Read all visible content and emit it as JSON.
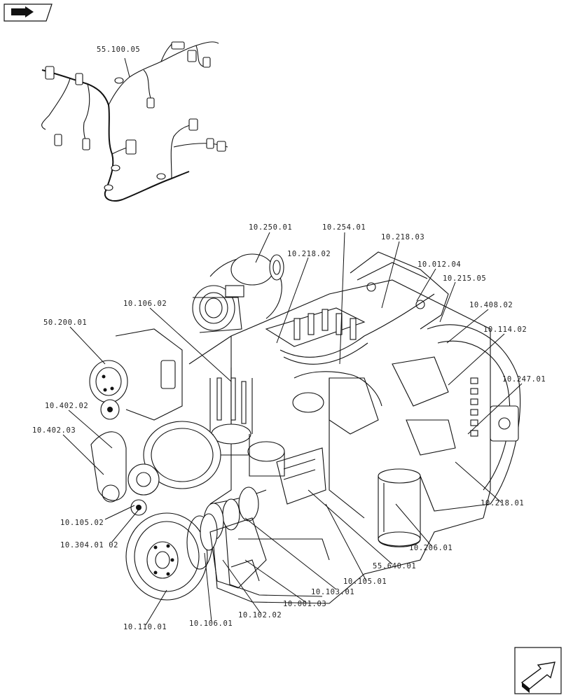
{
  "callouts": [
    {
      "id": "harness",
      "label": "55.100.05"
    },
    {
      "id": "turbo",
      "label": "10.250.01"
    },
    {
      "id": "injector-pipe",
      "label": "10.254.01"
    },
    {
      "id": "connector-top",
      "label": "10.218.03"
    },
    {
      "id": "valve-cover-a",
      "label": "10.218.02"
    },
    {
      "id": "valve-cover-b",
      "label": "10.012.04"
    },
    {
      "id": "sensor-top",
      "label": "10.215.05"
    },
    {
      "id": "cylinder-head",
      "label": "10.106.02"
    },
    {
      "id": "bell-housing",
      "label": "10.408.02"
    },
    {
      "id": "flywheel-housing",
      "label": "10.114.02"
    },
    {
      "id": "compressor",
      "label": "50.200.01"
    },
    {
      "id": "mount-right",
      "label": "10.247.01"
    },
    {
      "id": "tensioner",
      "label": "10.402.02"
    },
    {
      "id": "idler",
      "label": "10.402.03"
    },
    {
      "id": "connector-right",
      "label": "10.218.01"
    },
    {
      "id": "front-cover",
      "label": "10.105.02"
    },
    {
      "id": "fan-hub",
      "label": "10.304.01 02"
    },
    {
      "id": "oil-filter",
      "label": "10.206.01"
    },
    {
      "id": "ecu",
      "label": "55.640.01"
    },
    {
      "id": "crankcase",
      "label": "10.105.01"
    },
    {
      "id": "crankshaft",
      "label": "10.103.01"
    },
    {
      "id": "oil-pan",
      "label": "10.001.03"
    },
    {
      "id": "damper-bolt",
      "label": "10.102.02"
    },
    {
      "id": "damper",
      "label": "10.106.01"
    },
    {
      "id": "pulley",
      "label": "10.110.01"
    }
  ],
  "nav": {
    "back_icon": "page-back-icon",
    "next_icon": "next-page-arrow-icon"
  }
}
